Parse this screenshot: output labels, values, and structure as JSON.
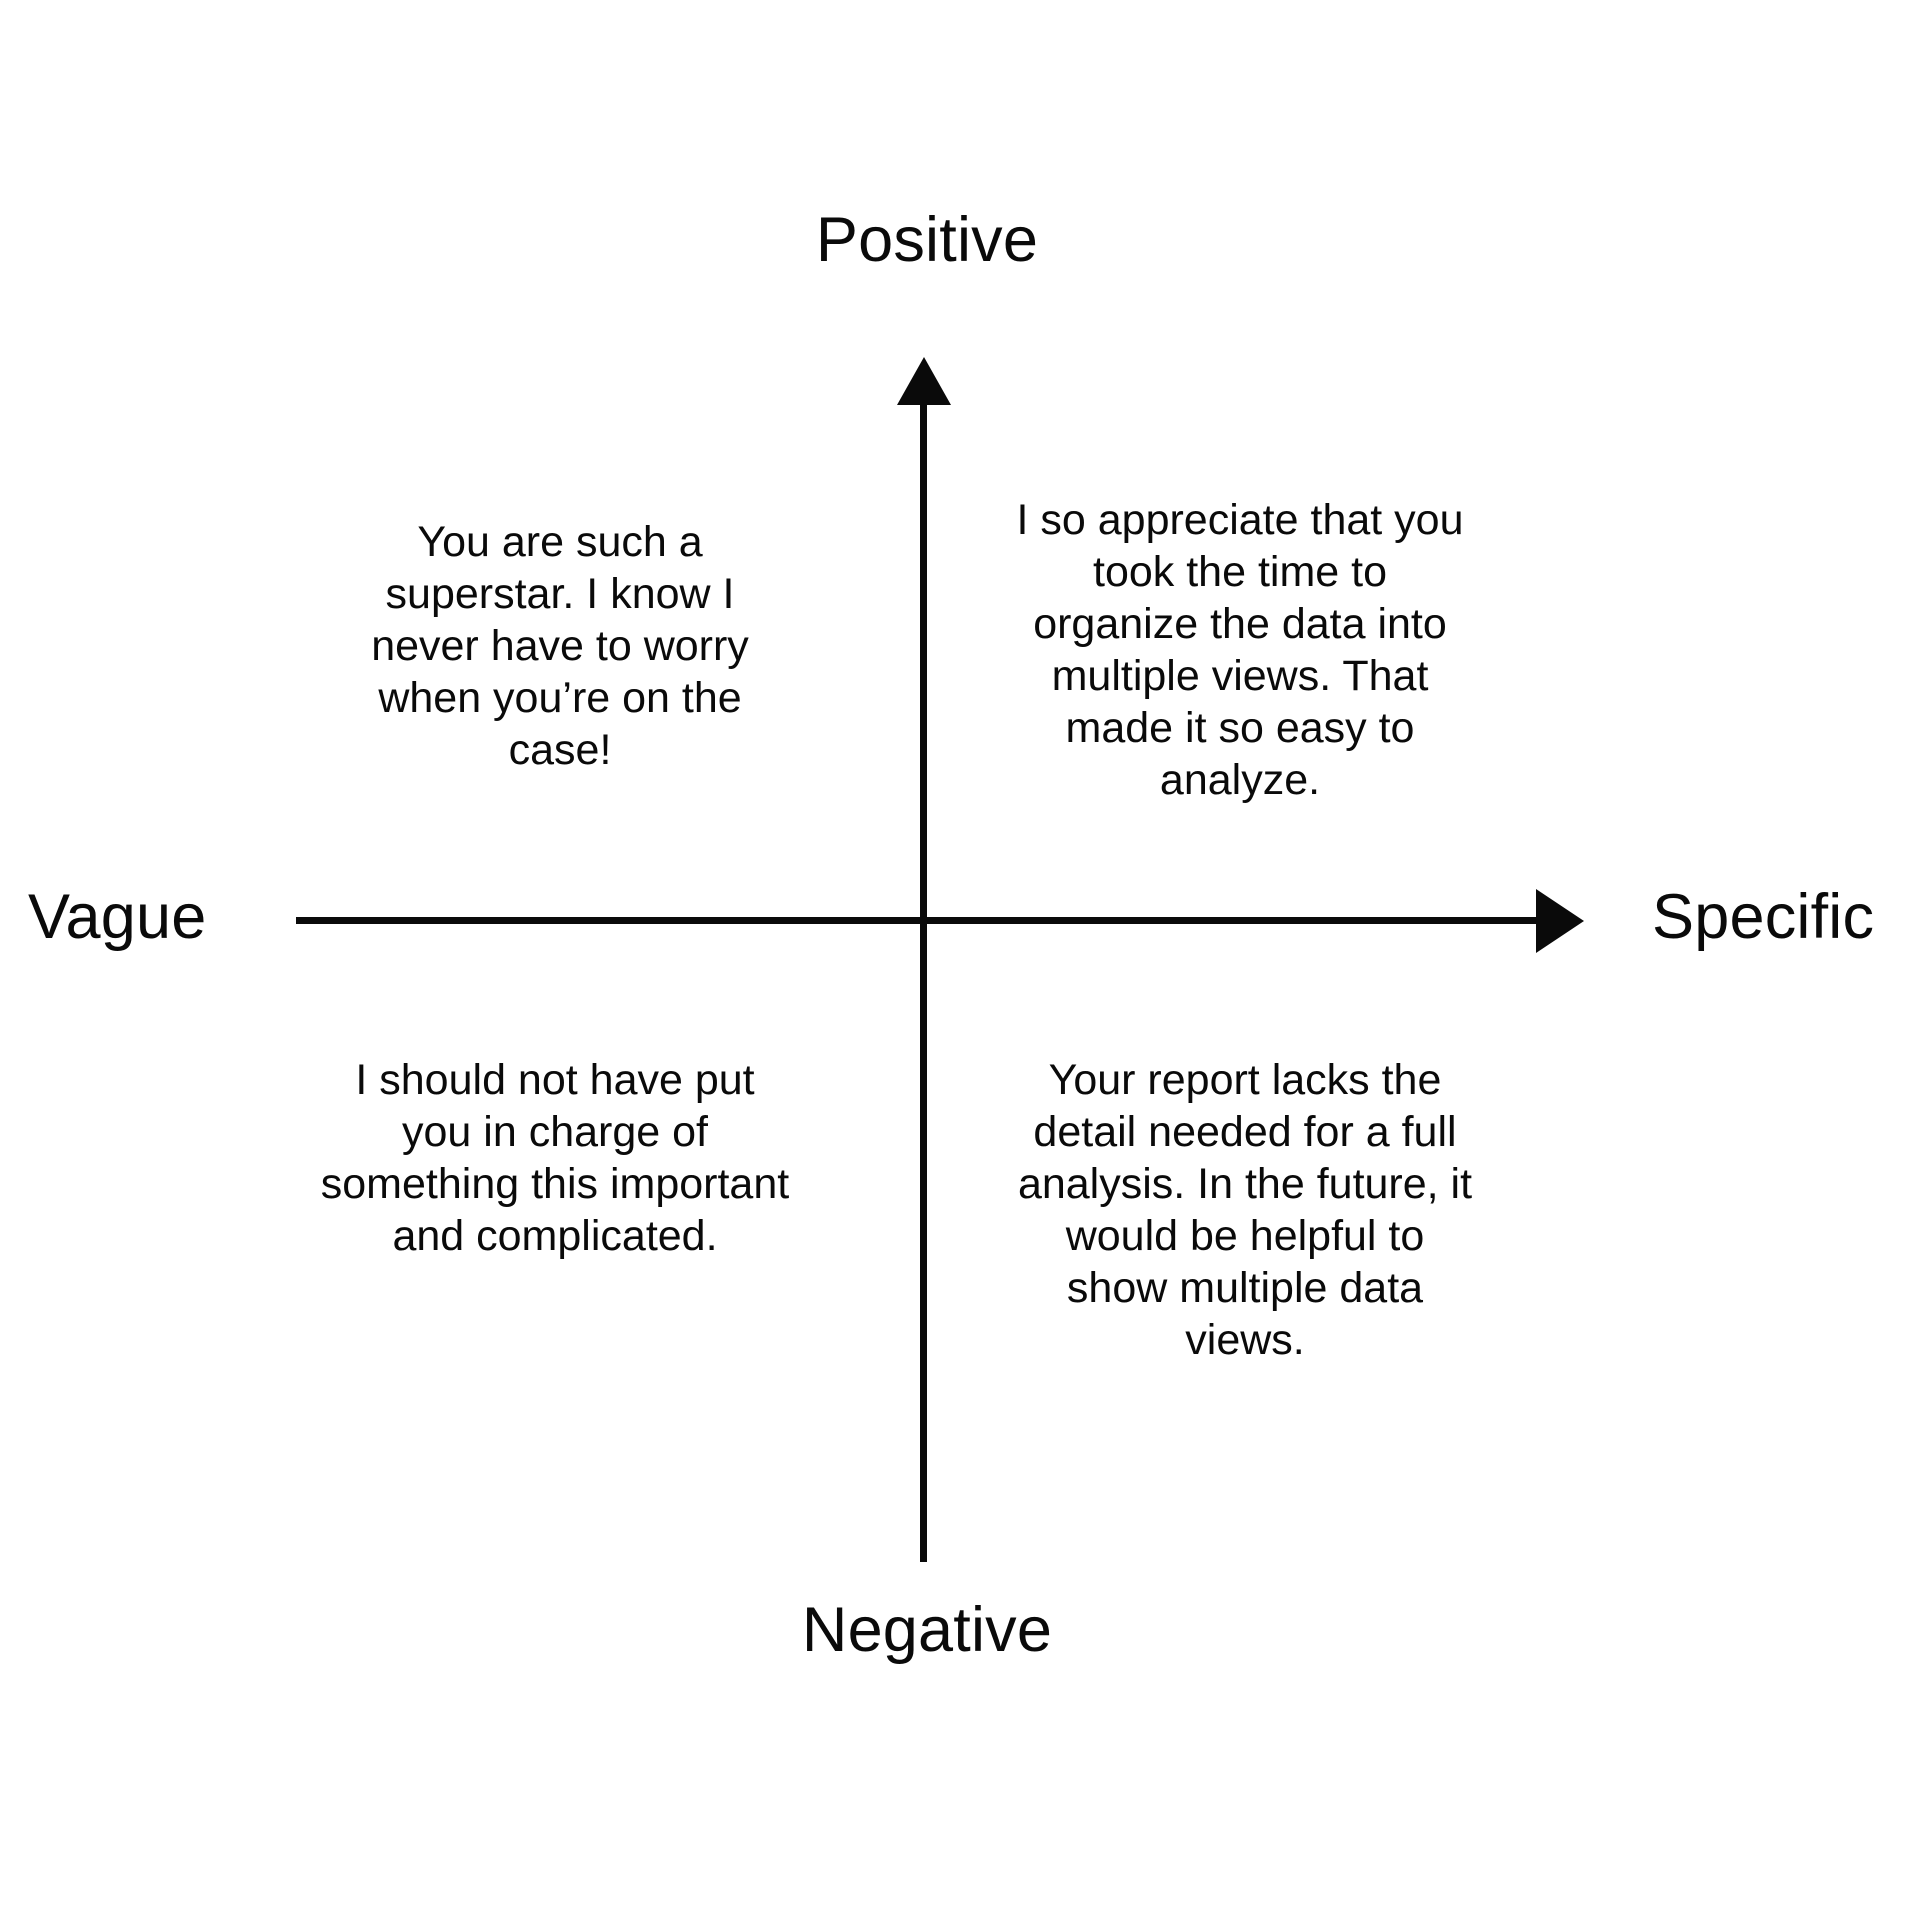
{
  "chart_data": {
    "type": "scatter",
    "title": "",
    "xlabel": "",
    "ylabel": "",
    "axes": {
      "x": {
        "negative_pole": "Vague",
        "positive_pole": "Specific",
        "arrow": "right"
      },
      "y": {
        "negative_pole": "Negative",
        "positive_pole": "Positive",
        "arrow": "up"
      }
    },
    "grid": false,
    "legend": null,
    "quadrants": [
      {
        "id": "vague-positive",
        "x_pole": "Vague",
        "y_pole": "Positive",
        "text": "You are such a superstar. I know I never have to worry when you’re on the case!"
      },
      {
        "id": "specific-positive",
        "x_pole": "Specific",
        "y_pole": "Positive",
        "text": "I so appreciate that you took the time to organize the data into multiple views. That made it so easy to analyze."
      },
      {
        "id": "vague-negative",
        "x_pole": "Vague",
        "y_pole": "Negative",
        "text": "I should not have put you in charge of something this important and complicated."
      },
      {
        "id": "specific-negative",
        "x_pole": "Specific",
        "y_pole": "Negative",
        "text": "Your report lacks the detail needed for a full analysis. In the future, it would be helpful to show multiple data views."
      }
    ]
  },
  "diagram": {
    "axis_labels": {
      "top": "Positive",
      "bottom": "Negative",
      "left": "Vague",
      "right": "Specific"
    },
    "quadrant_text": {
      "vague_positive": "You are such a superstar. I know I never have to worry when you’re on the case!",
      "specific_positive": "I so appreciate that you took the time to organize the data into multiple views. That made it so easy to analyze.",
      "vague_negative": "I should not have put you in charge of something this important and complicated.",
      "specific_negative": "Your report lacks the detail needed for a full analysis. In the future, it would be helpful to show multiple data views."
    },
    "colors": {
      "background": "#ffffff",
      "stroke": "#0a0a0a",
      "text": "#0a0a0a"
    }
  }
}
